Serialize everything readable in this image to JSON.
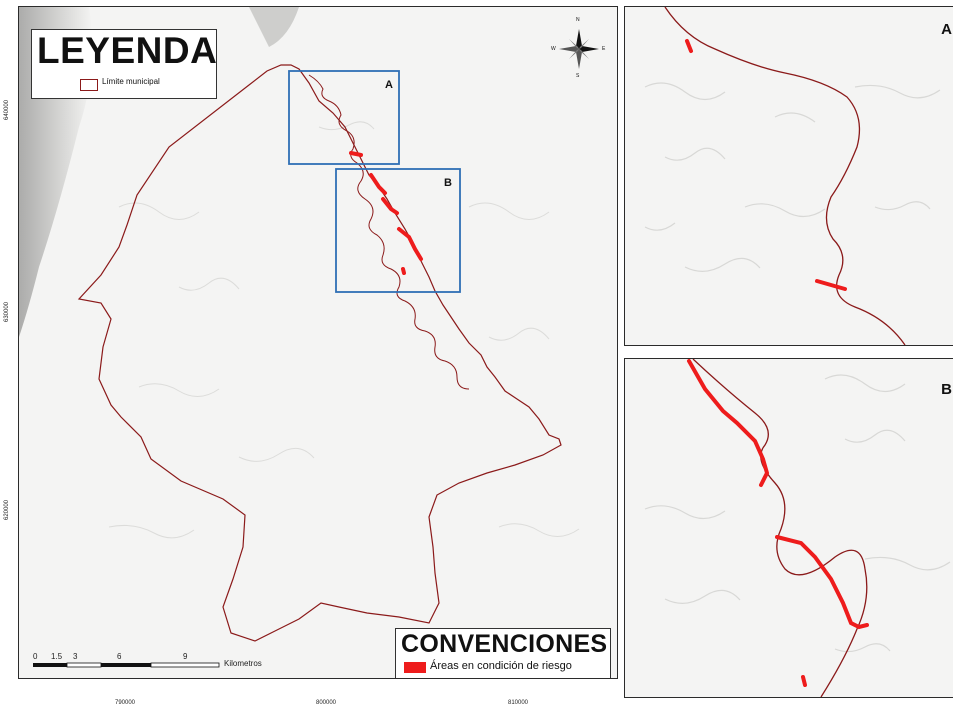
{
  "legend": {
    "title": "LEYENDA",
    "item_label": "Límite municipal",
    "boundary_color": "#8b1a1a"
  },
  "conventions": {
    "title": "CONVENCIONES",
    "item_label": "Áreas en condición de riesgo",
    "risk_color": "#ee1c1c"
  },
  "boxes": {
    "a_label": "A",
    "b_label": "B",
    "box_color": "#2f6fb5"
  },
  "insets": {
    "a_label": "A",
    "b_label": "B"
  },
  "compass": {
    "n": "N",
    "s": "S",
    "e": "E",
    "w": "W"
  },
  "coords": {
    "y_ticks": [
      "640000",
      "630000",
      "620000"
    ],
    "x_ticks": [
      "790000",
      "800000",
      "810000"
    ]
  },
  "scale": {
    "ticks": [
      "0",
      "1.5",
      "3",
      "6",
      "9"
    ],
    "unit": "Kilometros"
  }
}
